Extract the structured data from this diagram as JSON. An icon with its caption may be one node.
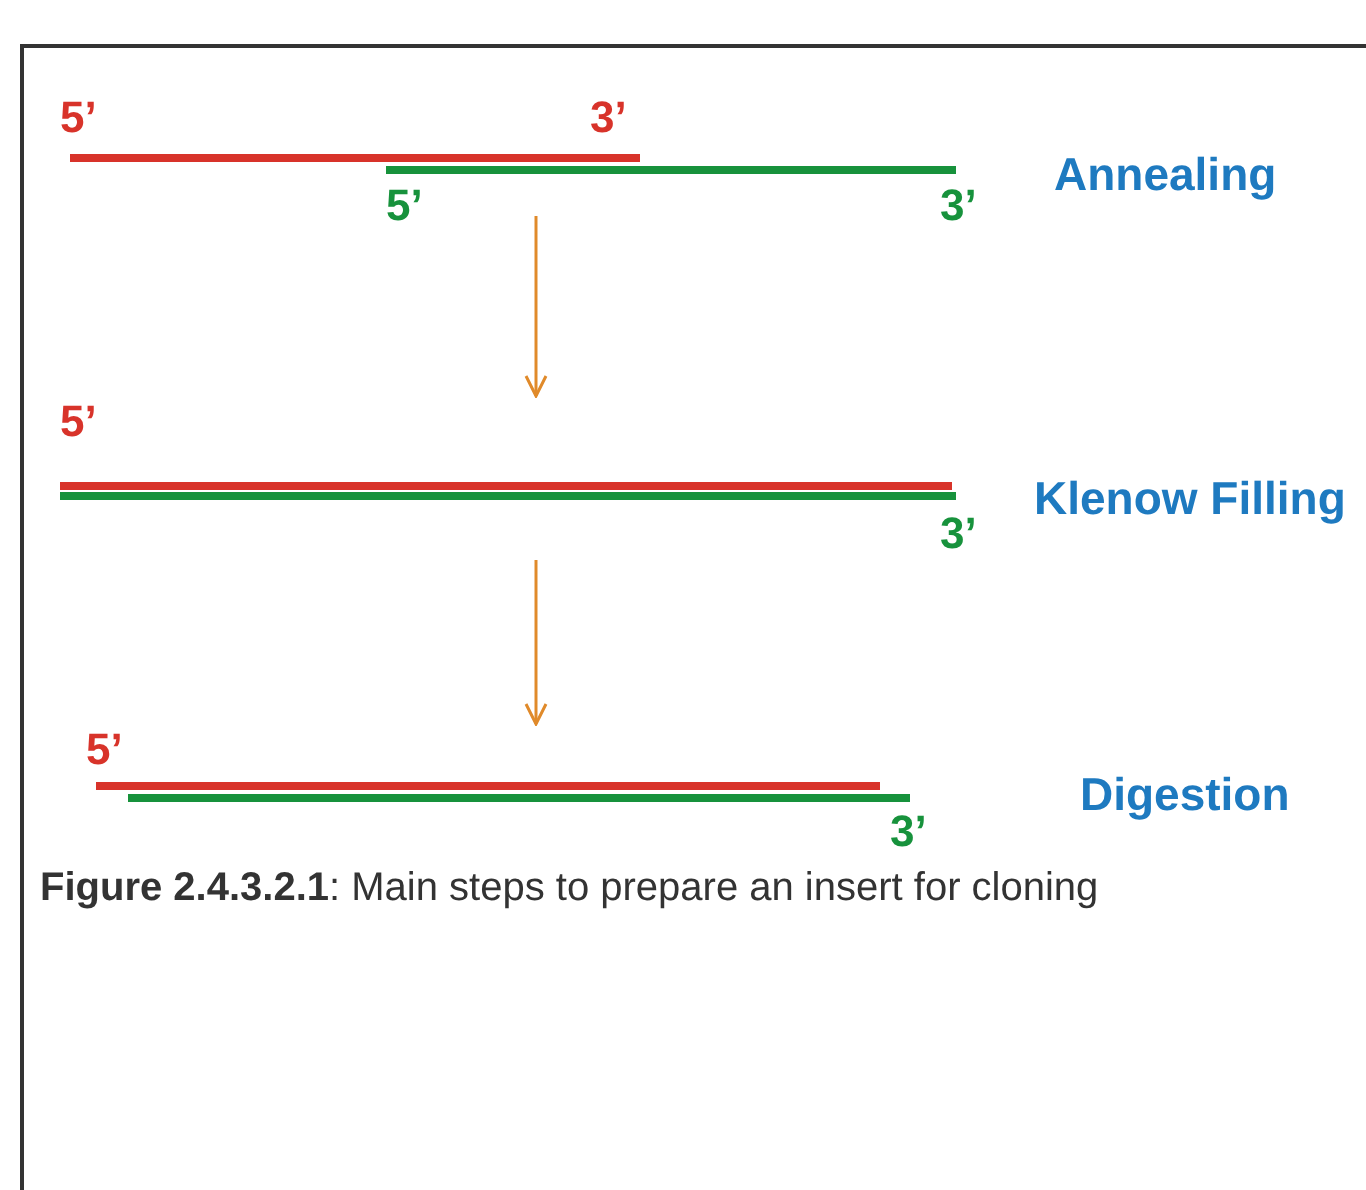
{
  "diagram": {
    "caption": "**Figure 2.4.3.2.1**: Main steps to prepare an insert for cloning",
    "nodes": [
      {
        "text": [
          "5’",
          "3’",
          "5’",
          "3’"
        ],
        "beside": [
          "Annealing"
        ]
      },
      {
        "text": [
          "5’",
          "3’"
        ],
        "beside": [
          "Klenow Filling"
        ]
      },
      {
        "text": [
          "5’",
          "3’"
        ],
        "beside": [
          "Digestion"
        ]
      }
    ],
    "edges": [
      {
        "from": 0,
        "to": 1,
        "arrow": "to",
        "color": "#e08a2a"
      },
      {
        "from": 1,
        "to": 2,
        "arrow": "to",
        "color": "#e08a2a"
      }
    ]
  }
}
